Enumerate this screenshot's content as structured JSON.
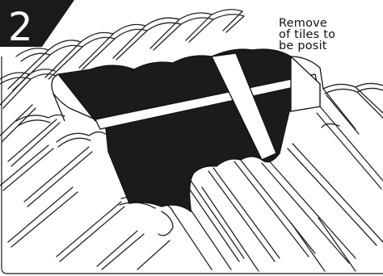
{
  "step": {
    "number": "2"
  },
  "caption": {
    "lines": [
      "Remove",
      "of tiles to",
      "be posit"
    ]
  },
  "colors": {
    "ink": "#111111",
    "opening": "#1b1b1b",
    "badge": "#1a1a1a",
    "paper": "#ffffff"
  }
}
